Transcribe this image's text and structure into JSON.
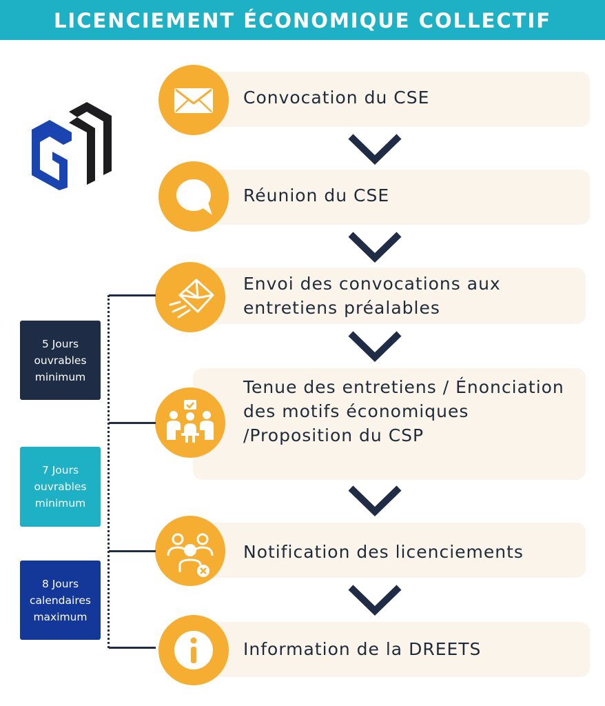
{
  "title": "LICENCIEMENT ÉCONOMIQUE COLLECTIF",
  "steps": [
    {
      "label": "Convocation du CSE",
      "icon": "envelope-icon"
    },
    {
      "label": "Réunion du CSE",
      "icon": "speech-bubble-icon"
    },
    {
      "label": "Envoi des convocations aux entretiens préalables",
      "icon": "sending-envelope-icon"
    },
    {
      "label": "Tenue des entretiens / Énonciation des motifs économiques /Proposition du CSP",
      "icon": "meeting-icon"
    },
    {
      "label": "Notification des licenciements",
      "icon": "group-remove-icon"
    },
    {
      "label": "Information de la DREETS",
      "icon": "info-icon"
    }
  ],
  "badges": [
    {
      "lines": [
        "5 Jours",
        "ouvrables",
        "minimum"
      ],
      "color": "#1e2d45"
    },
    {
      "lines": [
        "7 Jours",
        "ouvrables",
        "minimum"
      ],
      "color": "#1eb1c6"
    },
    {
      "lines": [
        "8 Jours",
        "calendaires",
        "maximum"
      ],
      "color": "#14389a"
    }
  ],
  "colors": {
    "header": "#1eb1c6",
    "accent": "#f6ae32",
    "box": "#faf4ea",
    "dark": "#1e2d45",
    "logo_blue": "#1a45b0"
  }
}
